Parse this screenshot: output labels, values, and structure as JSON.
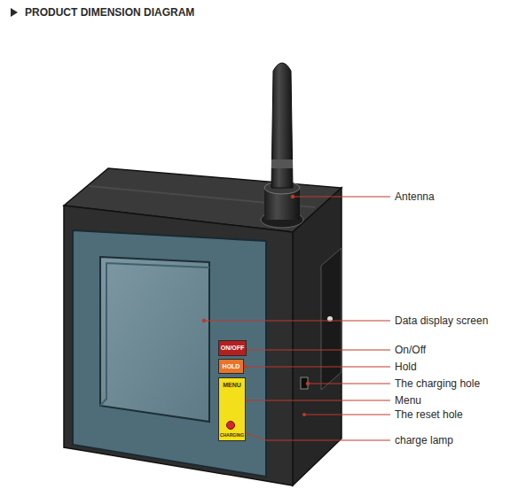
{
  "diagram": {
    "title": "PRODUCT DIMENSION DIAGRAM",
    "nodes": [
      {
        "text": [
          "ON/OFF"
        ]
      },
      {
        "text": [
          "HOLD"
        ]
      },
      {
        "text": [
          "MENU",
          "CHARGING"
        ]
      }
    ],
    "labels": [
      "Antenna",
      "Data display screen",
      "On/Off",
      "Hold",
      "The charging hole",
      "Menu",
      "The reset hole",
      "charge lamp"
    ]
  }
}
